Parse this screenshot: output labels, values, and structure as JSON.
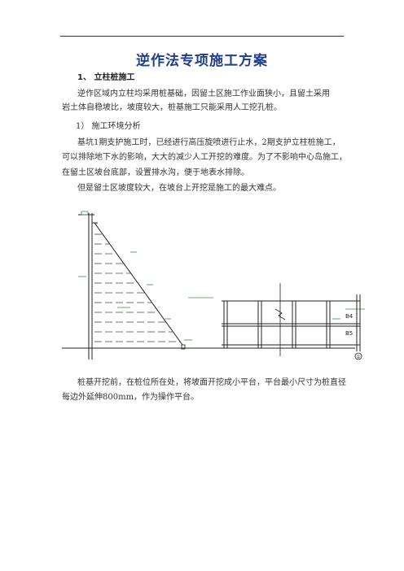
{
  "document": {
    "title": "逆作法专项施工方案",
    "heading1": "1、 立柱桩施工",
    "para1_line1": "逆作区域内立柱均采用桩基础，因留土区施工作业面狭小，且留土采用",
    "para1_line2": "岩土体自稳坡比，坡度较大，桩基施工只能采用人工挖孔桩。",
    "heading2": "1） 施工环境分析",
    "para2_line1": "基坑1期支护施工时，已经进行高压旋喷进行止水，2期支护立柱桩施工，",
    "para2_line2": "可以排除地下水的影响，大大的减少人工开挖的难度。为了不影响中心岛施工，",
    "para2_line3": "在留土区坡台底部，设置排水沟，便于地表水排除。",
    "para3": "但是留土区坡度较大，在坡台上开挖是施工的最大难点。",
    "para4_line1": "桩基开挖前，在桩位所在处，将坡面开挖成小平台，平台最小尺寸为桩直径",
    "para4_line2": "每边外延伸800mm，作为操作平台。"
  },
  "figure": {
    "label_b4": "B4",
    "label_b5": "B5",
    "label_axis": "①"
  },
  "colors": {
    "title": "#1f3f8a",
    "line": "#222222",
    "annotation_green": "#4a8a4a"
  }
}
